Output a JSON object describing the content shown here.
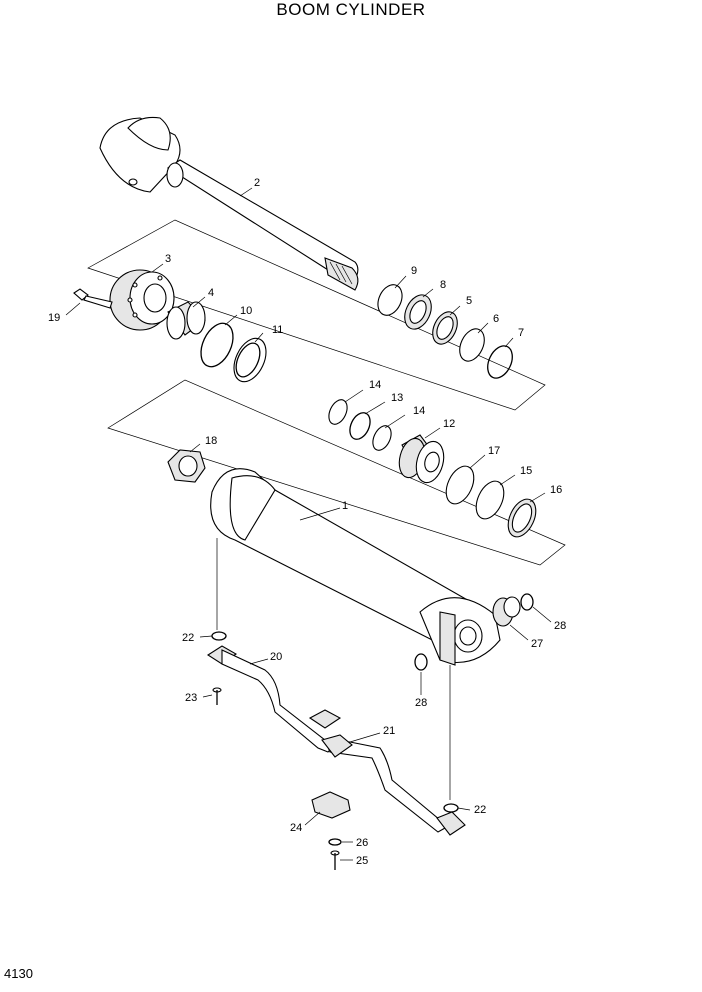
{
  "title": "BOOM CYLINDER",
  "page_number": "4130",
  "callouts": {
    "c1": "1",
    "c2": "2",
    "c3": "3",
    "c4": "4",
    "c5": "5",
    "c6": "6",
    "c7": "7",
    "c8": "8",
    "c9": "9",
    "c10": "10",
    "c11": "11",
    "c12": "12",
    "c13": "13",
    "c14a": "14",
    "c14b": "14",
    "c15": "15",
    "c16": "16",
    "c17": "17",
    "c18": "18",
    "c19": "19",
    "c20": "20",
    "c21": "21",
    "c22a": "22",
    "c22b": "22",
    "c23": "23",
    "c24": "24",
    "c25": "25",
    "c26": "26",
    "c27": "27",
    "c28a": "28",
    "c28b": "28"
  }
}
